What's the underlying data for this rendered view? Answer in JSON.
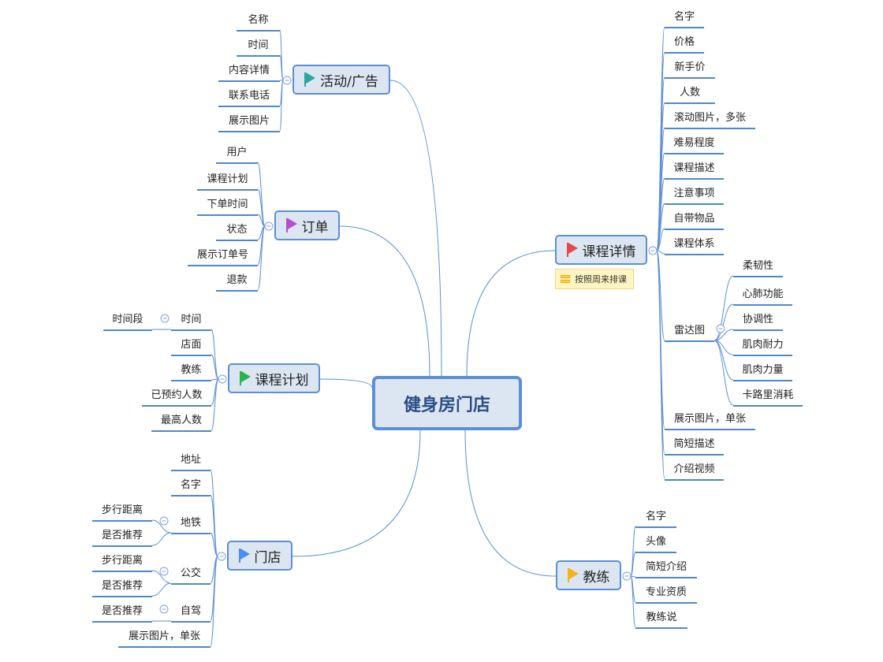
{
  "central": "健身房门店",
  "colors": {
    "accent": "#5b8fd6",
    "node_bg": "#dce6f3",
    "note_bg": "#fff5c2"
  },
  "branches": {
    "activity": {
      "label": "活动/广告",
      "flag_color": "#2ba89a",
      "items": [
        "名称",
        "时间",
        "内容详情",
        "联系电话",
        "展示图片"
      ]
    },
    "order": {
      "label": "订单",
      "flag_color": "#b44fd0",
      "items": [
        "用户",
        "课程计划",
        "下单时间",
        "状态",
        "展示订单号",
        "退款"
      ]
    },
    "schedule": {
      "label": "课程计划",
      "flag_color": "#2bb24c",
      "items": [
        "时间",
        "店面",
        "教练",
        "已预约人数",
        "最高人数"
      ],
      "time_sub": [
        "时间段"
      ]
    },
    "store": {
      "label": "门店",
      "flag_color": "#4a8ef0",
      "items": [
        "地址",
        "名字",
        "地铁",
        "公交",
        "自驾",
        "展示图片，单张"
      ],
      "metro_sub": [
        "步行距离",
        "是否推荐"
      ],
      "bus_sub": [
        "步行距离",
        "是否推荐"
      ],
      "drive_sub": [
        "是否推荐"
      ]
    },
    "course": {
      "label": "课程详情",
      "flag_color": "#e8484a",
      "note": "按照周来排课",
      "items": [
        "名字",
        "价格",
        "新手价",
        "人数",
        "滚动图片，多张",
        "难易程度",
        "课程描述",
        "注意事项",
        "自带物品",
        "课程体系",
        "雷达图",
        "展示图片，单张",
        "简短描述",
        "介绍视频"
      ],
      "radar_sub": [
        "柔韧性",
        "心肺功能",
        "协调性",
        "肌肉耐力",
        "肌肉力量",
        "卡路里消耗"
      ]
    },
    "coach": {
      "label": "教练",
      "flag_color": "#f3b31a",
      "items": [
        "名字",
        "头像",
        "简短介绍",
        "专业资质",
        "教练说"
      ]
    }
  }
}
